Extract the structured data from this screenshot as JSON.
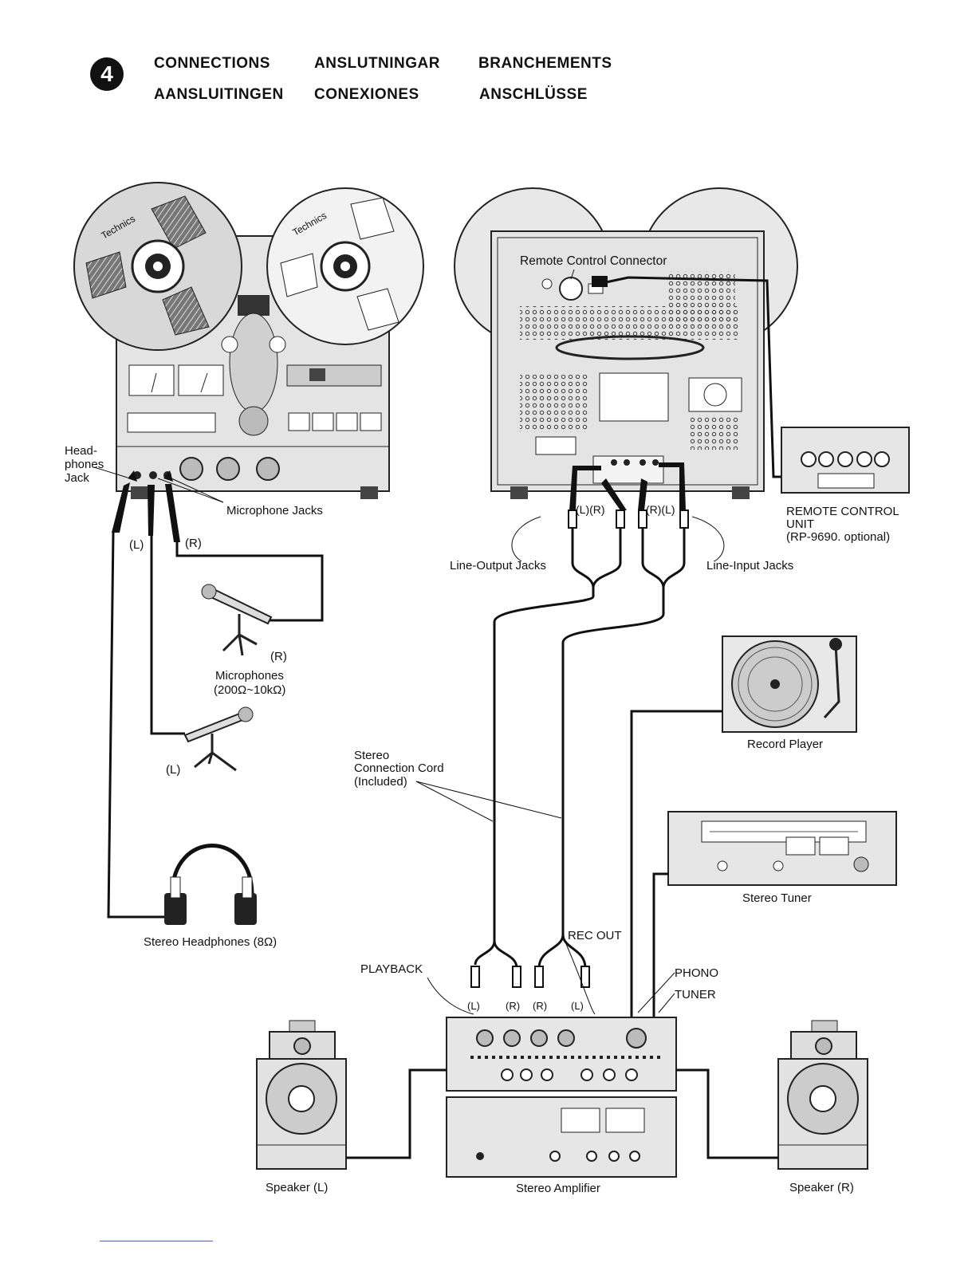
{
  "header": {
    "step_number": "4",
    "titles": [
      "CONNECTIONS",
      "ANSLUTNINGAR",
      "BRANCHEMENTS",
      "AANSLUITINGEN",
      "CONEXIONES",
      "ANSCHLÜSSE"
    ]
  },
  "labels": {
    "headphones_jack_1": "Head-",
    "headphones_jack_2": "phones",
    "headphones_jack_3": "Jack",
    "microphone_jacks": "Microphone Jacks",
    "left_mark": "(L)",
    "right_mark": "(R)",
    "microphones_1": "Microphones",
    "microphones_2": "(200Ω~10kΩ)",
    "mic_r": "(R)",
    "mic_l": "(L)",
    "headphones": "Stereo Headphones (8Ω)",
    "remote_connector": "Remote Control Connector",
    "rear_lr": "(L)(R)",
    "rear_rl": "(R)(L)",
    "line_output": "Line-Output Jacks",
    "line_input": "Line-Input Jacks",
    "remote_unit_1": "REMOTE CONTROL",
    "remote_unit_2": "UNIT",
    "remote_unit_3": "(RP-9690. optional)",
    "record_player": "Record Player",
    "stereo_cord_1": "Stereo",
    "stereo_cord_2": "Connection Cord",
    "stereo_cord_3": "(Included)",
    "stereo_tuner": "Stereo Tuner",
    "rec_out": "REC OUT",
    "playback": "PLAYBACK",
    "phono": "PHONO",
    "tuner": "TUNER",
    "amp_l1": "(L)",
    "amp_r1": "(R)",
    "amp_r2": "(R)",
    "amp_l2": "(L)",
    "speaker_l": "Speaker (L)",
    "stereo_amplifier": "Stereo Amplifier",
    "speaker_r": "Speaker (R)",
    "brand": "Technics"
  }
}
